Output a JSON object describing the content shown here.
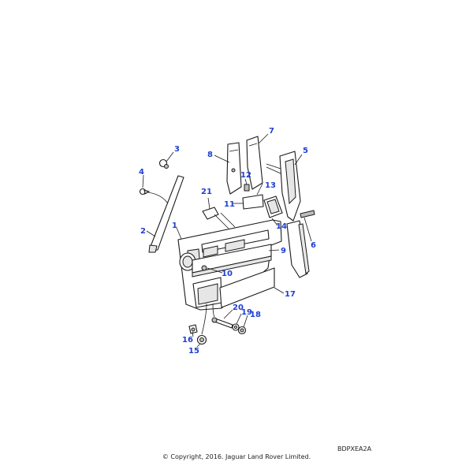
{
  "callouts": [
    {
      "id": "1",
      "label": "1"
    },
    {
      "id": "2",
      "label": "2"
    },
    {
      "id": "3",
      "label": "3"
    },
    {
      "id": "4",
      "label": "4"
    },
    {
      "id": "5",
      "label": "5"
    },
    {
      "id": "6",
      "label": "6"
    },
    {
      "id": "7",
      "label": "7"
    },
    {
      "id": "8",
      "label": "8"
    },
    {
      "id": "9",
      "label": "9"
    },
    {
      "id": "10",
      "label": "10"
    },
    {
      "id": "11",
      "label": "11"
    },
    {
      "id": "12",
      "label": "12"
    },
    {
      "id": "13",
      "label": "13"
    },
    {
      "id": "14",
      "label": "14"
    },
    {
      "id": "15",
      "label": "15"
    },
    {
      "id": "16",
      "label": "16"
    },
    {
      "id": "17",
      "label": "17"
    },
    {
      "id": "18",
      "label": "18"
    },
    {
      "id": "19",
      "label": "19"
    },
    {
      "id": "20",
      "label": "20"
    },
    {
      "id": "21",
      "label": "21"
    }
  ],
  "drawing_code": "BDPXEA2A",
  "copyright": "© Copyright, 2016. Jaguar Land Rover Limited.",
  "colors": {
    "callout": "#1f3fd1",
    "line": "#1a1a1a"
  }
}
